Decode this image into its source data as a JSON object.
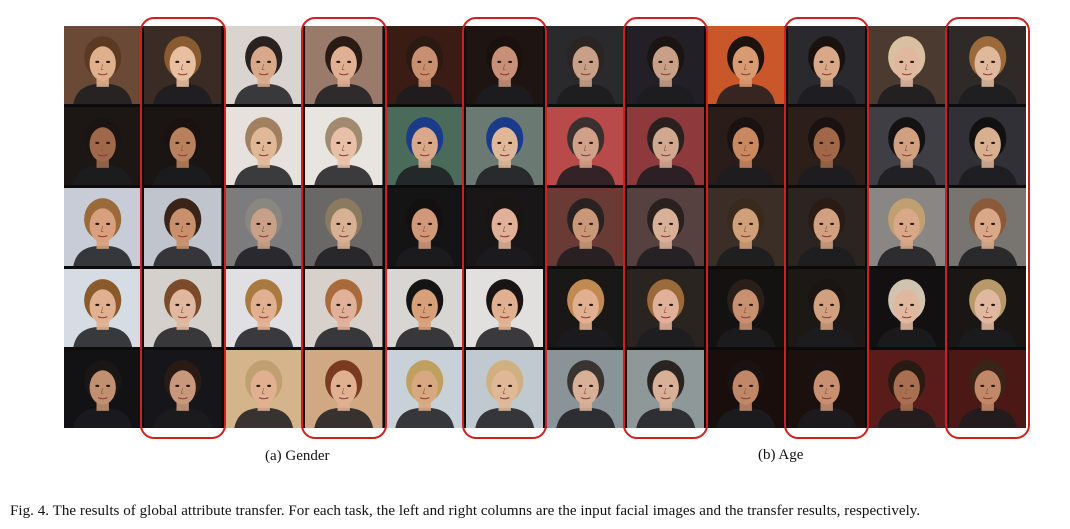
{
  "figure": {
    "subcaptions": [
      {
        "label": "(a) Gender"
      },
      {
        "label": "(b) Age"
      }
    ],
    "caption": "Fig. 4.  The results of global attribute transfer. For each task, the left and right columns are the input facial images and the transfer results, respectively.",
    "grid": {
      "rows": 5,
      "cols": 12,
      "highlighted_cols": [
        1,
        3,
        5,
        7,
        9,
        11
      ],
      "highlight_color": "#d11f1f"
    },
    "photos": [
      [
        "#6a4a36",
        "#3a2c24",
        "#d9d4cf",
        "#9a7a6a",
        "#3b1c14",
        "#1e1412",
        "#2a2a2c",
        "#222026",
        "#c9572a",
        "#2a2a2e",
        "#4a3a30",
        "#2f2a28"
      ],
      [
        "#1c1614",
        "#1a1412",
        "#e6e1dc",
        "#e8e4e0",
        "#4a6b5a",
        "#6a7a72",
        "#b84a4a",
        "#8e3a3c",
        "#2a1c18",
        "#2c1e18",
        "#3e3e44",
        "#303036"
      ],
      [
        "#c8ccd6",
        "#c0c4cc",
        "#7c7c7e",
        "#6a6866",
        "#141414",
        "#181616",
        "#6a3a34",
        "#564040",
        "#3a2e26",
        "#2c2420",
        "#8a8684",
        "#787470"
      ],
      [
        "#d6dce4",
        "#d4d0cc",
        "#e0e0e4",
        "#d8d0ca",
        "#d8d6d2",
        "#e2e0de",
        "#1a1816",
        "#2a2420",
        "#141210",
        "#1c1816",
        "#121010",
        "#1a1614"
      ],
      [
        "#121214",
        "#16161a",
        "#d4b48a",
        "#d0a884",
        "#c8d0d8",
        "#c0c8d0",
        "#8a9498",
        "#8e9898",
        "#1a0e0c",
        "#1c100e",
        "#5a1c1a",
        "#4c1816"
      ]
    ],
    "hair": [
      [
        "#5a3a22",
        "#8a5a30",
        "#2a2220",
        "#2a1a14",
        "#2a1a12",
        "#1a100c",
        "#2a2422",
        "#1a1412",
        "#1c120e",
        "#1a120e",
        "#d8c0a0",
        "#9a6a3a"
      ],
      [
        "#1a1412",
        "#1a1210",
        "#a08060",
        "#a08a70",
        "#1a3a8a",
        "#1a3a8a",
        "#3a3030",
        "#2a2020",
        "#1a1210",
        "#1a1210",
        "#141212",
        "#121010"
      ],
      [
        "#9a6a3a",
        "#3a2418",
        "#8a8680",
        "#8a7a60",
        "#141010",
        "#1a1412",
        "#2a2220",
        "#2a2020",
        "#3a2a1e",
        "#2a1c14",
        "#c0a070",
        "#8a5a3a"
      ],
      [
        "#8a5a2a",
        "#7a4a2a",
        "#a87a40",
        "#a86a3a",
        "#141414",
        "#1a1414",
        "#c08a50",
        "#9a6a3a",
        "#2a1e18",
        "#1a1412",
        "#d0c4b0",
        "#b89a6a"
      ],
      [
        "#1a1614",
        "#2a1a14",
        "#c0a070",
        "#7a3a20",
        "#c0a060",
        "#d0b080",
        "#3a3430",
        "#2a2420",
        "#1a1210",
        "#1a1210",
        "#2a1a14",
        "#3a2418"
      ]
    ],
    "skin": [
      [
        "#e0b08c",
        "#e8c0a0",
        "#d8a888",
        "#e0b094",
        "#c89070",
        "#c89078",
        "#c8a088",
        "#c8a088",
        "#d89a70",
        "#d8a888",
        "#e0b8a0",
        "#e0b89c"
      ],
      [
        "#a0684a",
        "#b8805c",
        "#e0b898",
        "#e8c0a8",
        "#d8a888",
        "#e0b898",
        "#d0a088",
        "#d0a890",
        "#c88860",
        "#a06848",
        "#d0a080",
        "#d8b090"
      ],
      [
        "#d8a07c",
        "#c8906c",
        "#c8a088",
        "#d8b094",
        "#d09878",
        "#e0b098",
        "#c89878",
        "#d8b098",
        "#d0a078",
        "#d0a080",
        "#d8a888",
        "#d8a888"
      ],
      [
        "#e0b090",
        "#e0b8a0",
        "#e0b090",
        "#e0b098",
        "#d8a078",
        "#e0b090",
        "#e0b090",
        "#e0b098",
        "#c89070",
        "#d0a080",
        "#e0b8a0",
        "#e0b8a0"
      ],
      [
        "#c09070",
        "#c8987c",
        "#e0b090",
        "#e0b090",
        "#d8a880",
        "#e0b898",
        "#d8b098",
        "#d8b098",
        "#c08868",
        "#c89070",
        "#a87050",
        "#c08868"
      ]
    ]
  }
}
